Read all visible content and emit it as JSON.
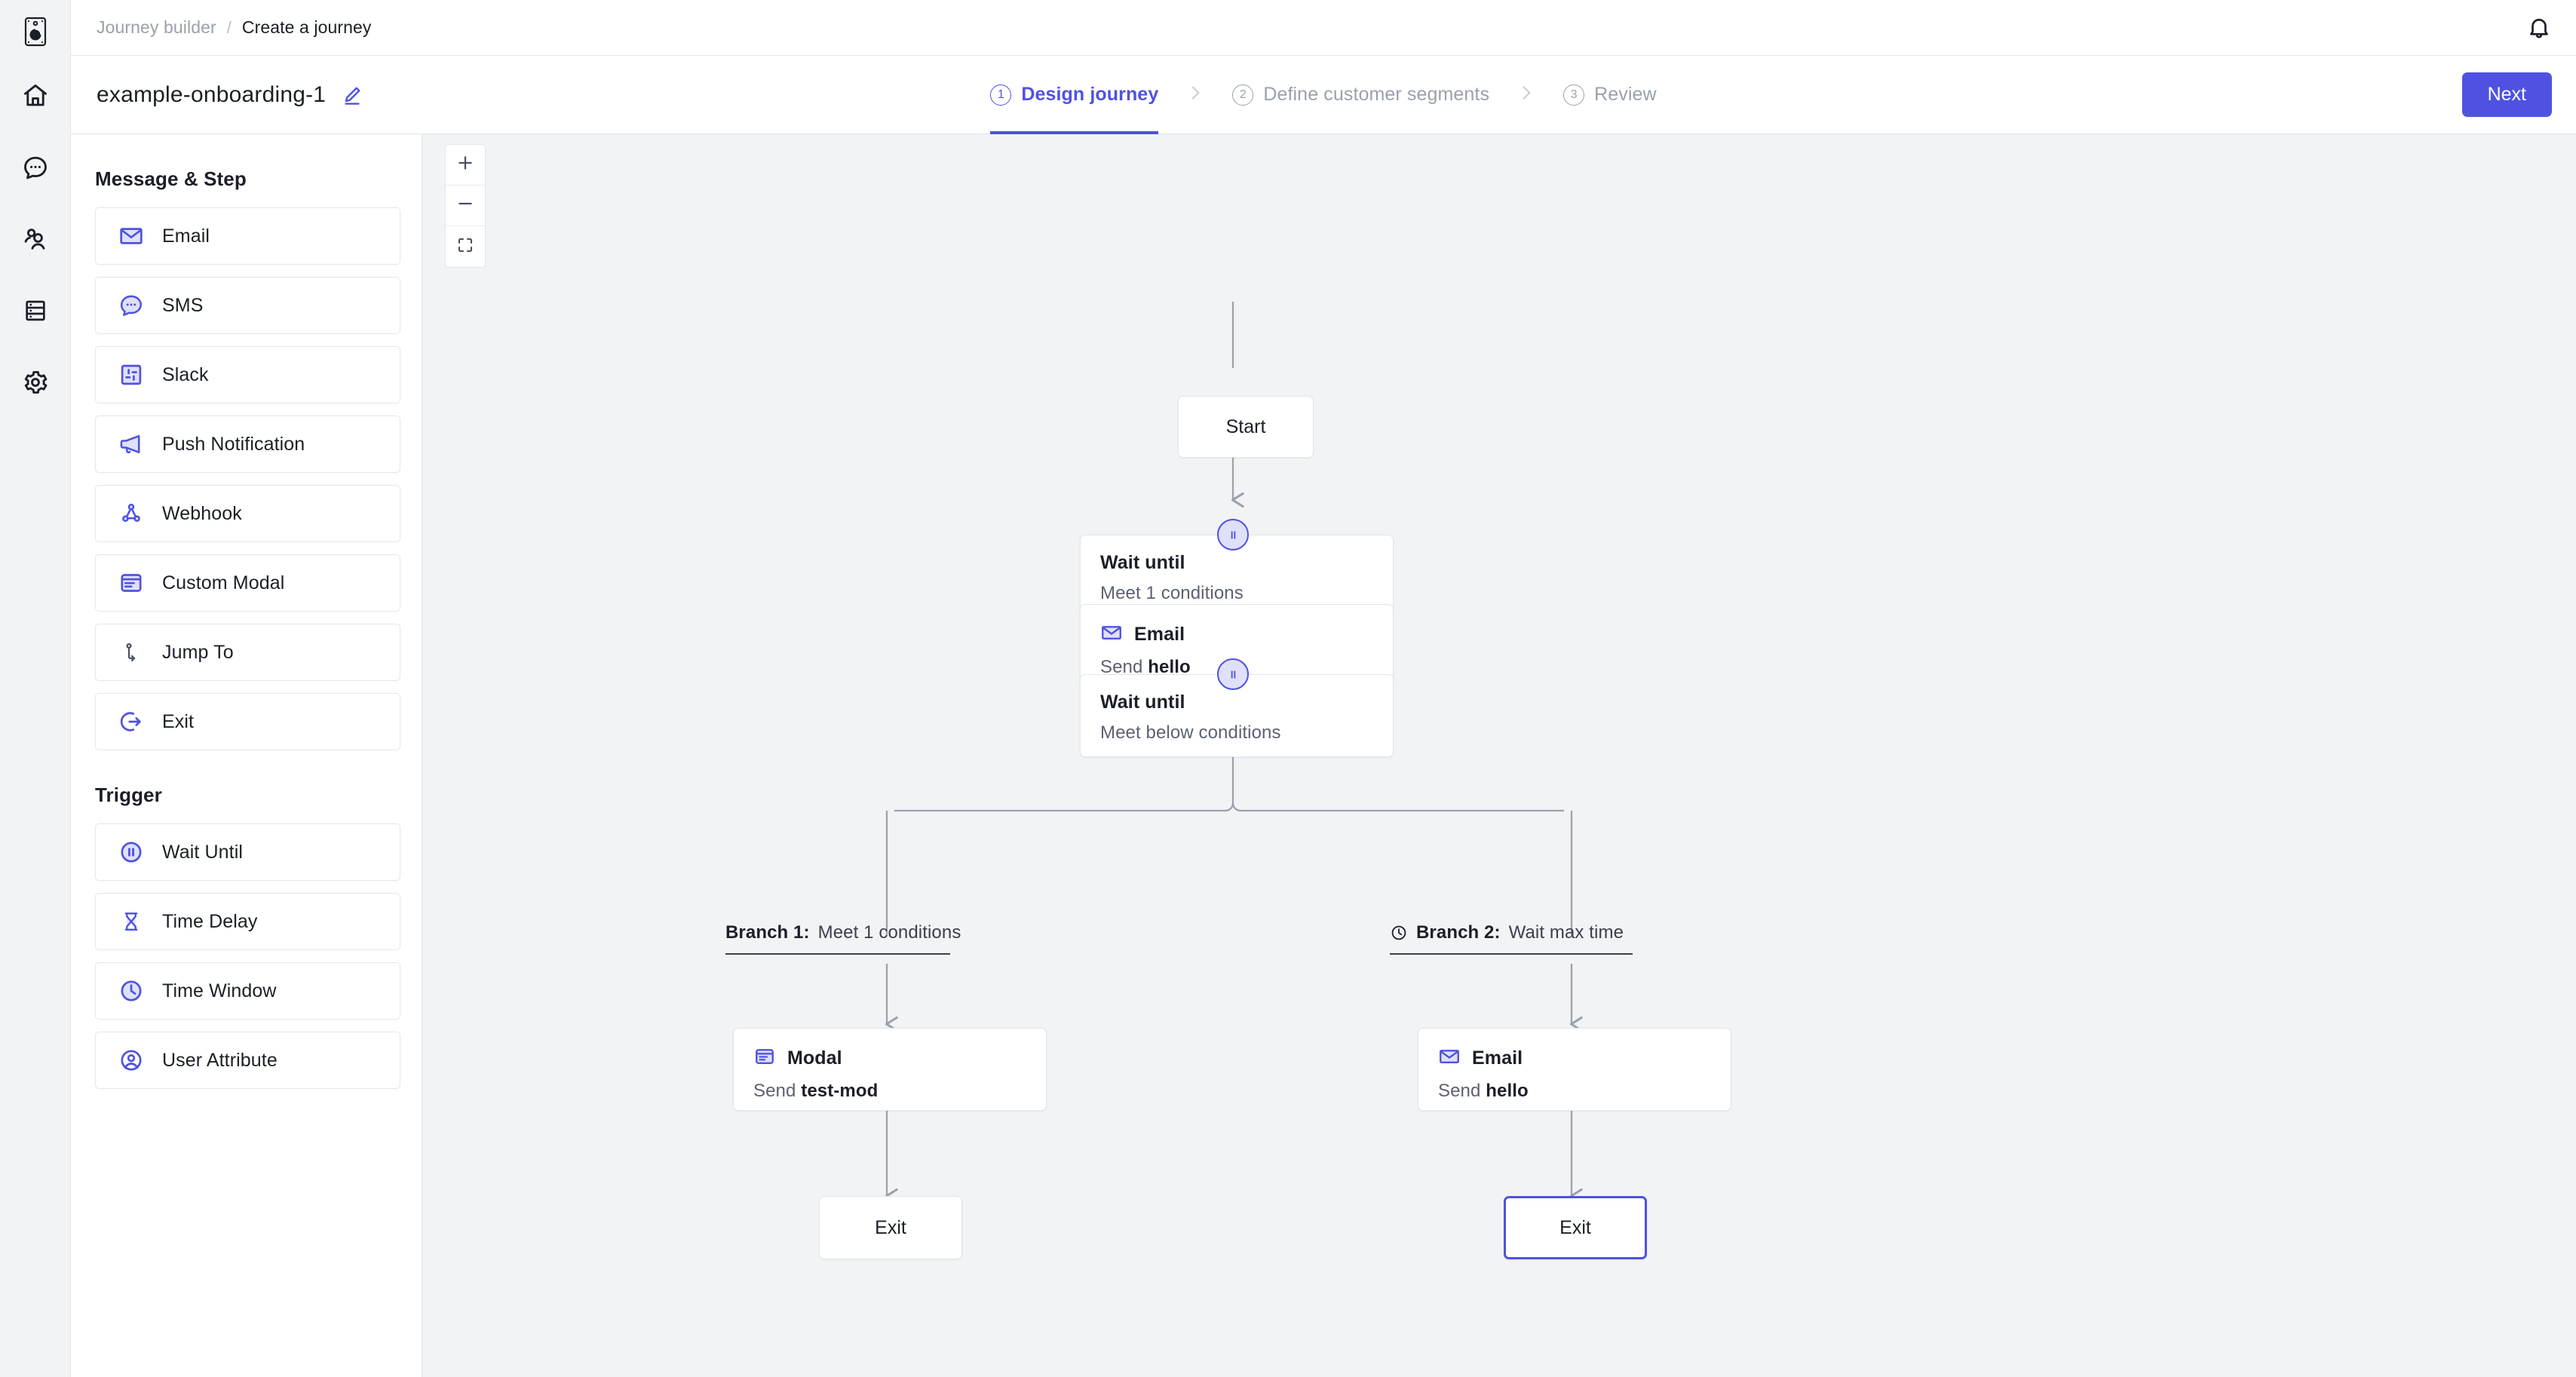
{
  "theme": {
    "accent": "#4f52e0",
    "accent_soft": "#dfe0fb",
    "canvas": "#f1f3f5",
    "border": "#e3e6ea",
    "text": "#1b1f27",
    "muted": "#9aa1ab"
  },
  "rail": {
    "logo_icon": "app-logo-icon",
    "items": [
      {
        "icon": "home-icon",
        "name": "home"
      },
      {
        "icon": "chat-bubble-icon",
        "name": "messages"
      },
      {
        "icon": "users-icon",
        "name": "audience"
      },
      {
        "icon": "database-icon",
        "name": "data"
      },
      {
        "icon": "gear-icon",
        "name": "settings"
      }
    ]
  },
  "breadcrumb": {
    "parent": "Journey builder",
    "separator": "/",
    "current": "Create a journey",
    "bell_icon": "bell-icon"
  },
  "header": {
    "journey_name": "example-onboarding-1",
    "edit_icon": "pencil-icon",
    "next_label": "Next",
    "steps": [
      {
        "num": "1",
        "label": "Design journey",
        "active": true
      },
      {
        "num": "2",
        "label": "Define customer segments",
        "active": false
      },
      {
        "num": "3",
        "label": "Review",
        "active": false
      }
    ]
  },
  "palette": {
    "sections": [
      {
        "heading": "Message & Step",
        "items": [
          {
            "label": "Email",
            "icon": "email-icon"
          },
          {
            "label": "SMS",
            "icon": "sms-icon"
          },
          {
            "label": "Slack",
            "icon": "slack-icon"
          },
          {
            "label": "Push Notification",
            "icon": "megaphone-icon"
          },
          {
            "label": "Webhook",
            "icon": "webhook-icon"
          },
          {
            "label": "Custom Modal",
            "icon": "modal-icon"
          },
          {
            "label": "Jump To",
            "icon": "jump-to-icon"
          },
          {
            "label": "Exit",
            "icon": "exit-icon"
          }
        ]
      },
      {
        "heading": "Trigger",
        "items": [
          {
            "label": "Wait Until",
            "icon": "pause-circle-icon"
          },
          {
            "label": "Time Delay",
            "icon": "hourglass-icon"
          },
          {
            "label": "Time Window",
            "icon": "clock-icon"
          },
          {
            "label": "User Attribute",
            "icon": "user-circle-icon"
          }
        ]
      }
    ]
  },
  "canvas": {
    "zoom_controls": [
      {
        "name": "zoom-in",
        "icon": "plus-icon"
      },
      {
        "name": "zoom-out",
        "icon": "minus-icon"
      },
      {
        "name": "fit-view",
        "icon": "fit-screen-icon"
      }
    ],
    "nodes": {
      "start": {
        "label": "Start"
      },
      "wait1": {
        "title": "Wait until",
        "sub": "Meet 1 conditions",
        "badge_icon": "pause-icon"
      },
      "email1": {
        "title": "Email",
        "sub_prefix": "Send",
        "sub_value": "hello",
        "icon": "email-icon"
      },
      "wait2": {
        "title": "Wait until",
        "sub": "Meet below conditions",
        "badge_icon": "pause-icon"
      },
      "modal": {
        "title": "Modal",
        "sub_prefix": "Send",
        "sub_value": "test-mod",
        "icon": "modal-icon"
      },
      "email2": {
        "title": "Email",
        "sub_prefix": "Send",
        "sub_value": "hello",
        "icon": "email-icon"
      },
      "exit_left": {
        "label": "Exit",
        "selected": false
      },
      "exit_right": {
        "label": "Exit",
        "selected": true
      }
    },
    "branches": [
      {
        "name": "Branch 1:",
        "detail": "Meet 1 conditions",
        "icon": null
      },
      {
        "name": "Branch 2:",
        "detail": "Wait max time",
        "icon": "clock-small-icon"
      }
    ]
  }
}
